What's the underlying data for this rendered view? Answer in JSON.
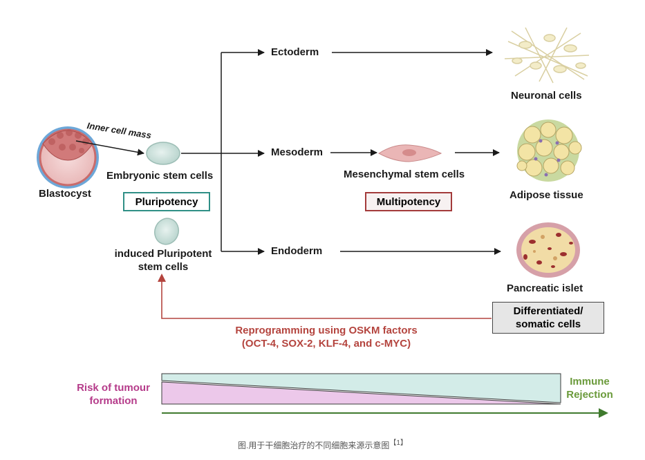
{
  "germ_layers": {
    "ectoderm": "Ectoderm",
    "mesoderm": "Mesoderm",
    "endoderm": "Endoderm"
  },
  "sources": {
    "blastocyst": "Blastocyst",
    "inner_cell_mass": "Inner cell mass",
    "embryonic_stem_cells": "Embryonic stem cells",
    "pluripotency": "Pluripotency",
    "ipsc_line1": "induced Pluripotent",
    "ipsc_line2": "stem cells"
  },
  "mesenchymal": {
    "label": "Mesenchymal stem cells",
    "potency": "Multipotency"
  },
  "outcomes": {
    "neuronal": "Neuronal cells",
    "adipose": "Adipose tissue",
    "pancreatic": "Pancreatic islet"
  },
  "somatic_box": {
    "line1": "Differentiated/",
    "line2": "somatic cells"
  },
  "reprogramming": {
    "line1": "Reprogramming using OSKM factors",
    "line2": "(OCT-4, SOX-2, KLF-4, and c-MYC)"
  },
  "risk": {
    "tumour_line1": "Risk of tumour",
    "tumour_line2": "formation",
    "immune_line1": "Immune",
    "immune_line2": "Rejection"
  },
  "caption": {
    "text": "图.用于干细胞治疗的不同细胞来源示意图",
    "ref": "【1】"
  },
  "colors": {
    "pluripotency_border": "#2f8f86",
    "multipotency_border": "#a33a3a",
    "reprogram_arrow": "#b4443e",
    "tumour_text": "#b53b8a",
    "immune_text": "#6a9a3a",
    "bottom_arrow": "#3f7a2e",
    "tumour_fill": "#ecc8ea",
    "immune_fill": "#d3ece8"
  }
}
